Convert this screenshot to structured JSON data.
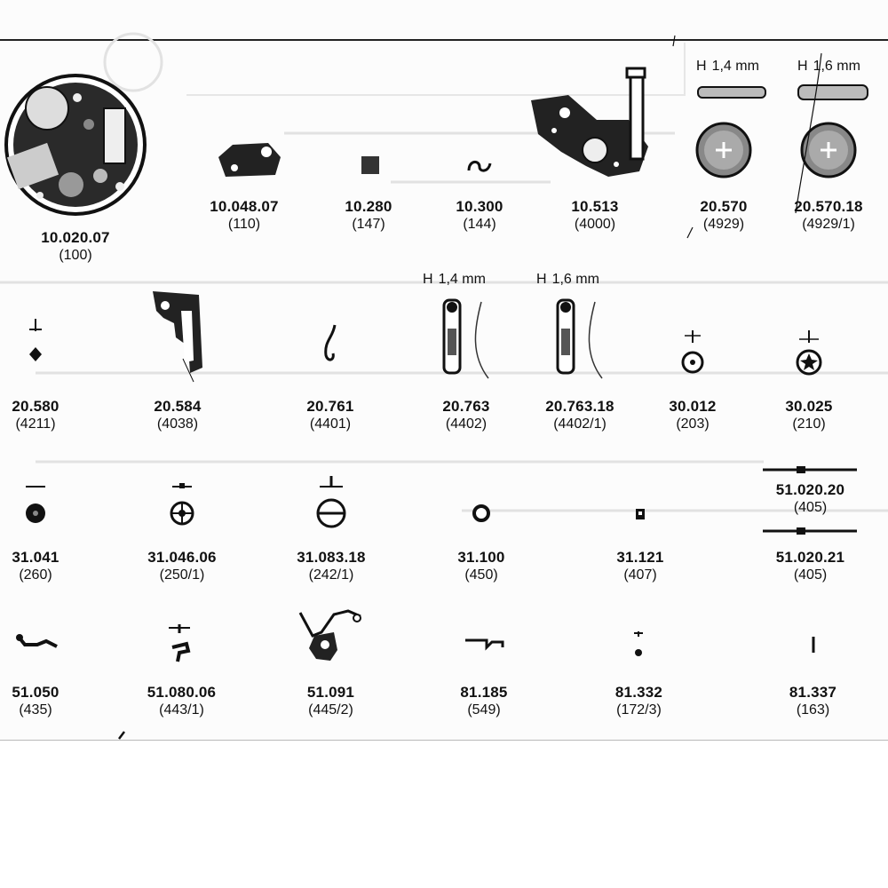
{
  "catalog": {
    "parts": [
      {
        "num": "10.020.07",
        "ref": "(100)",
        "picture": "movement-plate-icon"
      },
      {
        "num": "10.048.07",
        "ref": "(110)",
        "picture": "bridge-icon"
      },
      {
        "num": "10.280",
        "ref": "(147)",
        "picture": "square-block-icon"
      },
      {
        "num": "10.300",
        "ref": "(144)",
        "picture": "spring-clip-icon"
      },
      {
        "num": "10.513",
        "ref": "(4000)",
        "picture": "circuit-module-icon"
      },
      {
        "num": "20.570",
        "ref": "(4929)",
        "picture": "battery-cell-icon"
      },
      {
        "num": "20.570.18",
        "ref": "(4929/1)",
        "picture": "battery-cell-icon"
      },
      {
        "num": "20.580",
        "ref": "(4211)",
        "picture": "pinion-icon"
      },
      {
        "num": "20.584",
        "ref": "(4038)",
        "picture": "bracket-icon"
      },
      {
        "num": "20.761",
        "ref": "(4401)",
        "picture": "small-spring-icon"
      },
      {
        "num": "20.763",
        "ref": "(4402)",
        "picture": "contact-spring-icon"
      },
      {
        "num": "20.763.18",
        "ref": "(4402/1)",
        "picture": "contact-spring-icon"
      },
      {
        "num": "30.012",
        "ref": "(203)",
        "picture": "wheel-icon"
      },
      {
        "num": "30.025",
        "ref": "(210)",
        "picture": "star-wheel-icon"
      },
      {
        "num": "31.041",
        "ref": "(260)",
        "picture": "disc-wheel-icon"
      },
      {
        "num": "31.046.06",
        "ref": "(250/1)",
        "picture": "spoked-wheel-icon"
      },
      {
        "num": "31.083.18",
        "ref": "(242/1)",
        "picture": "large-wheel-icon"
      },
      {
        "num": "31.100",
        "ref": "(450)",
        "picture": "ring-icon"
      },
      {
        "num": "31.121",
        "ref": "(407)",
        "picture": "small-part-icon"
      },
      {
        "num": "51.020.20",
        "ref": "(405)",
        "picture": "long-stem-icon"
      },
      {
        "num": "51.020.21",
        "ref": "(405)",
        "picture": "long-stem-icon"
      },
      {
        "num": "51.050",
        "ref": "(435)",
        "picture": "lever-icon"
      },
      {
        "num": "51.080.06",
        "ref": "(443/1)",
        "picture": "yoke-icon"
      },
      {
        "num": "51.091",
        "ref": "(445/2)",
        "picture": "setting-lever-icon"
      },
      {
        "num": "81.185",
        "ref": "(549)",
        "picture": "flat-spring-icon"
      },
      {
        "num": "81.332",
        "ref": "(172/3)",
        "picture": "jewel-icon"
      },
      {
        "num": "81.337",
        "ref": "(163)",
        "picture": "pin-icon"
      }
    ],
    "height_labels": [
      {
        "h": "H",
        "mm": "1,4 mm"
      },
      {
        "h": "H",
        "mm": "1,6 mm"
      },
      {
        "h": "H",
        "mm": "1,4 mm"
      },
      {
        "h": "H",
        "mm": "1,6 mm"
      }
    ],
    "colors": {
      "ink": "#111111",
      "paper": "#fcfcfc",
      "ghost": "#d8d8d8"
    }
  }
}
